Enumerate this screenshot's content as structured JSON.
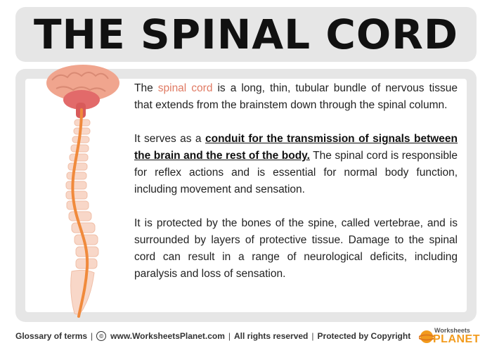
{
  "title": "THE SPINAL CORD",
  "paragraphs": {
    "p1": {
      "pre": "The ",
      "highlight": "spinal cord",
      "post": " is a long, thin, tubular bundle of nervous tissue that extends from the brainstem down through the spinal column."
    },
    "p2": {
      "pre": "It serves as a ",
      "underline": "conduit for the transmission of signals between the brain and the rest of the body.",
      "post": " The spinal cord is responsible for reflex actions and is essential for normal body function, including movement and sensation."
    },
    "p3": {
      "text": "It is protected by the bones of the spine, called vertebrae, and is surrounded by layers of protective tissue. Damage to the spinal cord can result in a range of neurological deficits, including paralysis and loss of sensation."
    }
  },
  "footer": {
    "glossary": "Glossary of terms",
    "copyright_symbol": "©",
    "site": "www.WorksheetsPlanet.com",
    "rights": "All rights reserved",
    "protected": "Protected by Copyright",
    "separator": "|"
  },
  "logo": {
    "line1": "Worksheets",
    "line2": "PLANET"
  },
  "colors": {
    "highlight": "#e07a63",
    "brain": "#f0a58e",
    "brainstem": "#e26a6a",
    "cord": "#f08a3c",
    "vertebra": "#f8d7c8",
    "panel_bg": "#e6e6e6",
    "logo_orange": "#f29b1d"
  }
}
